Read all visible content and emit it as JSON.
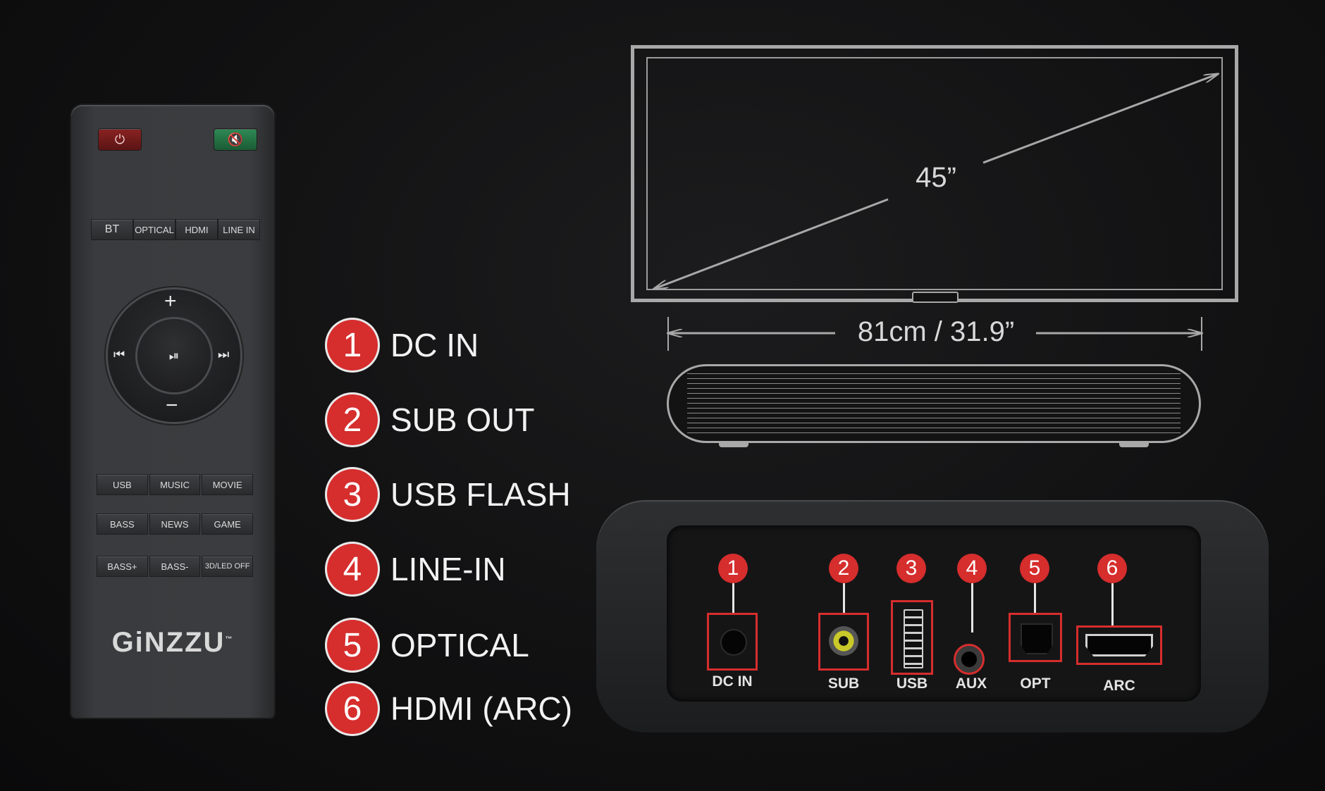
{
  "remote": {
    "power_icon": "⏻",
    "mute_icon": "🔇",
    "sources": [
      "BT",
      "OPTICAL",
      "HDMI",
      "LINE IN"
    ],
    "volume_up": "+",
    "volume_down": "−",
    "prev_icon": "⏮",
    "play_pause_icon": "⏯",
    "next_icon": "⏭",
    "row1": [
      "USB",
      "MUSIC",
      "MOVIE"
    ],
    "row2": [
      "BASS",
      "NEWS",
      "GAME"
    ],
    "row3": [
      "BASS+",
      "BASS-",
      "3D/LED OFF"
    ],
    "brand": "GiNZZU",
    "brand_tm": "™"
  },
  "port_list": [
    {
      "num": "1",
      "label": "DC IN"
    },
    {
      "num": "2",
      "label": "SUB OUT"
    },
    {
      "num": "3",
      "label": "USB FLASH"
    },
    {
      "num": "4",
      "label": "LINE-IN"
    },
    {
      "num": "5",
      "label": "OPTICAL"
    },
    {
      "num": "6",
      "label": "HDMI (ARC)"
    }
  ],
  "tv": {
    "diagonal": "45”"
  },
  "soundbar": {
    "width": "81cm / 31.9”"
  },
  "back_panel": {
    "ports": [
      {
        "num": "1",
        "label": "DC  IN"
      },
      {
        "num": "2",
        "label": "SUB"
      },
      {
        "num": "3",
        "label": "USB"
      },
      {
        "num": "4",
        "label": "AUX"
      },
      {
        "num": "5",
        "label": "OPT"
      },
      {
        "num": "6",
        "label": "ARC"
      }
    ]
  },
  "colors": {
    "accent": "#d62d2d",
    "line": "#a8a8a8",
    "background": "#111112"
  }
}
